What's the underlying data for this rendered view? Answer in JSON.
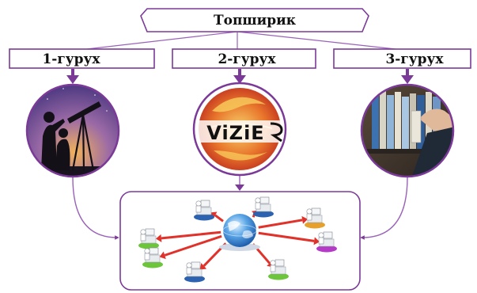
{
  "title": "Топширик",
  "groups": [
    {
      "label": "1-гурух",
      "image": "stargazing-telescope-silhouette"
    },
    {
      "label": "2-гурух",
      "image": "vizier-logo"
    },
    {
      "label": "3-гурух",
      "image": "hand-pulling-book-from-shelf"
    }
  ],
  "logo_text": "ViZiE",
  "network": {
    "center": "globe-icon",
    "nodes": [
      "workstation",
      "workstation",
      "workstation",
      "workstation",
      "workstation",
      "workstation",
      "workstation",
      "workstation"
    ]
  },
  "colors": {
    "frame": "#7b3a98",
    "arrow": "#7b3a98",
    "line": "#9a62b8",
    "net_arrow": "#e0322b",
    "node_colors": [
      "#2c62b0",
      "#2c62b0",
      "#e5a12b",
      "#6cc53a",
      "#b43bc6",
      "#6cc53a",
      "#2c62b0",
      "#6cc53a"
    ]
  }
}
